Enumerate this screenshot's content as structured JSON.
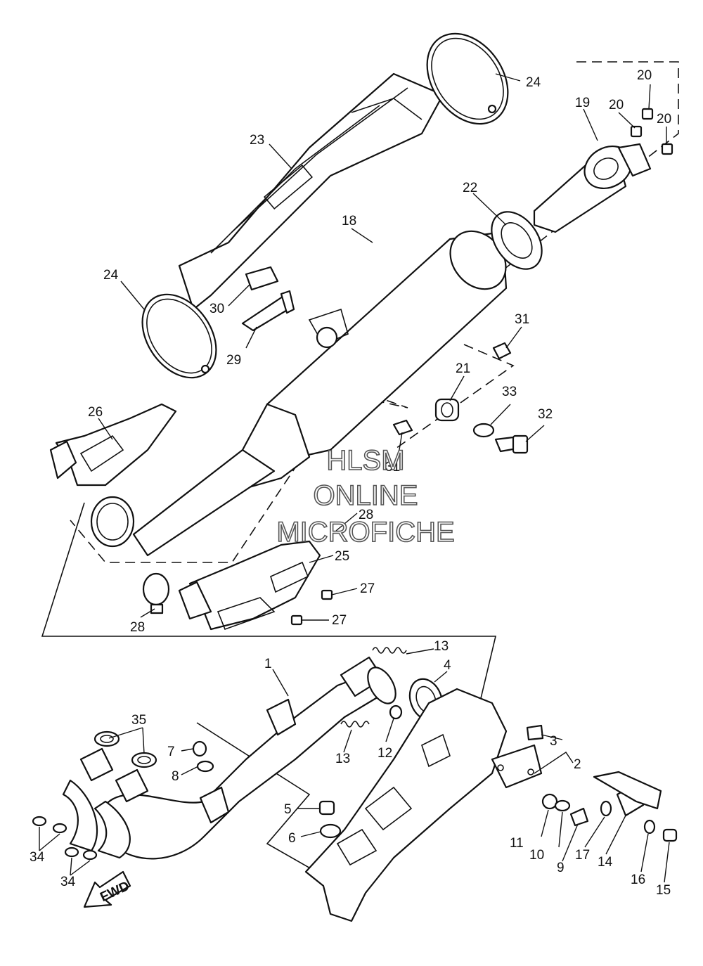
{
  "callouts": [
    "1",
    "2",
    "3",
    "4",
    "5",
    "6",
    "7",
    "8",
    "9",
    "10",
    "11",
    "12",
    "13",
    "13",
    "14",
    "15",
    "16",
    "17",
    "18",
    "19",
    "20",
    "20",
    "20",
    "21",
    "22",
    "23",
    "24",
    "24",
    "25",
    "26",
    "27",
    "27",
    "28",
    "28",
    "29",
    "30",
    "31",
    "31",
    "32",
    "33",
    "34",
    "34",
    "35"
  ],
  "fwd_label": "FWD",
  "watermark": {
    "line1": "HLSM",
    "line2": "ONLINE",
    "line3": "MICROFICHE"
  }
}
